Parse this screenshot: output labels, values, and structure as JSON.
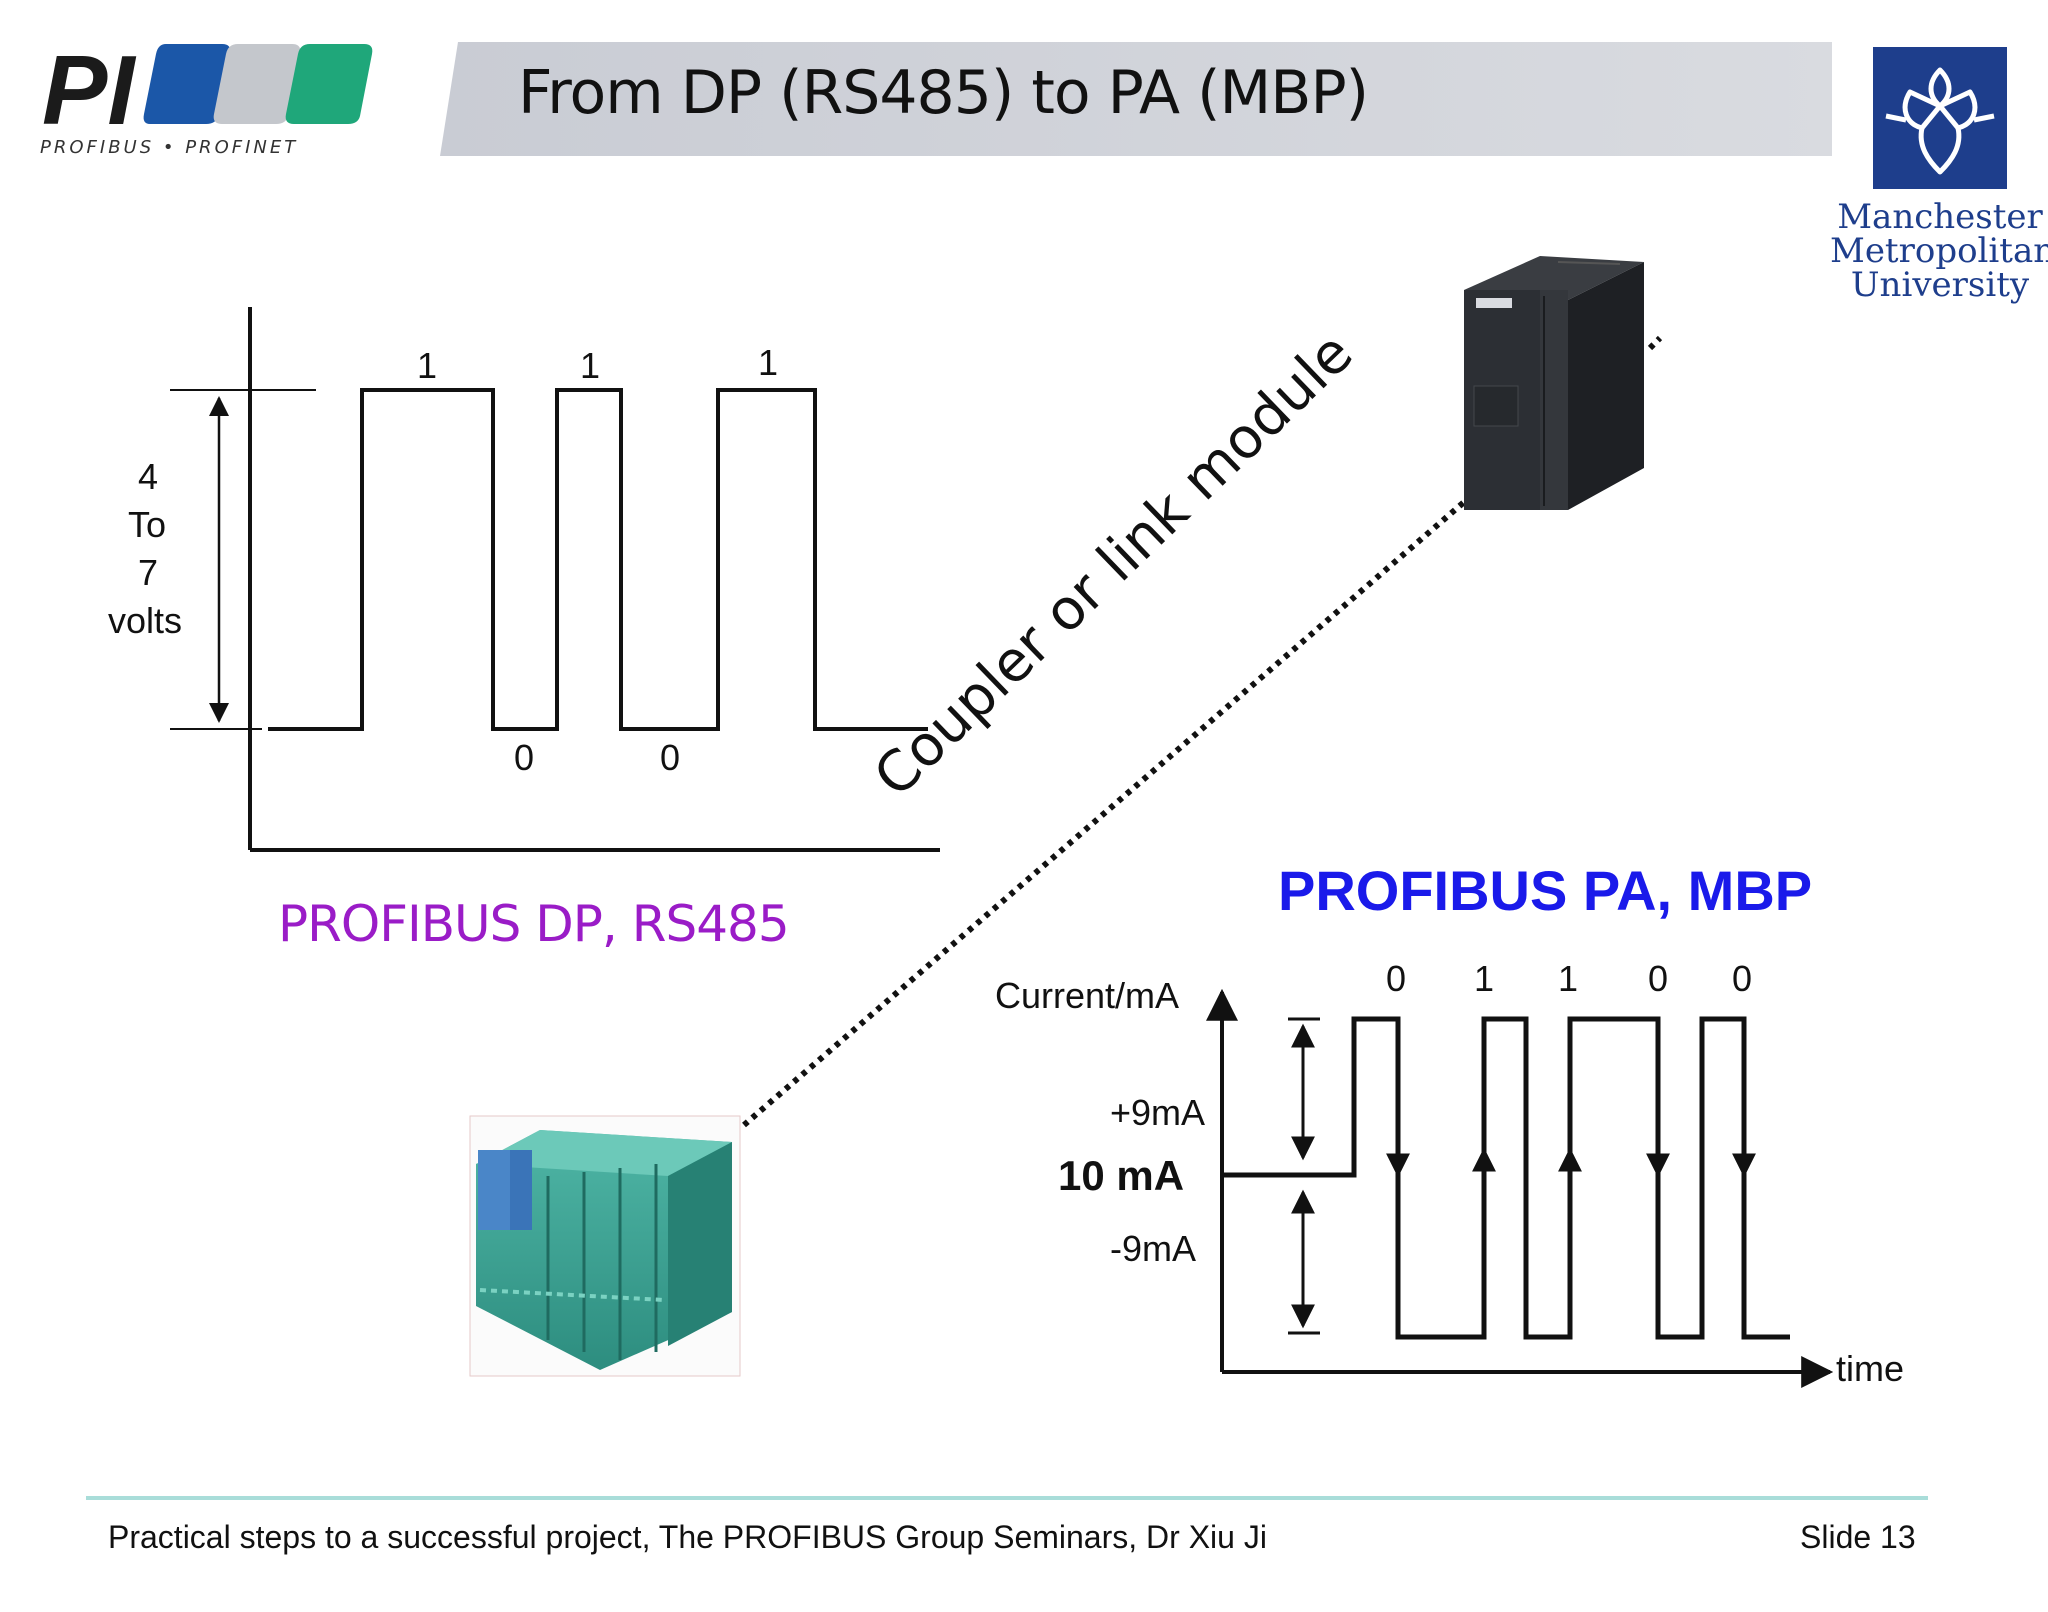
{
  "title": "From DP (RS485) to PA (MBP)",
  "logo_pi": {
    "mark": "PI",
    "subtitle": "PROFIBUS • PROFINET"
  },
  "logo_mmu": {
    "lines": [
      "Manchester",
      "Metropolitan",
      "University"
    ],
    "color": "#1e3e8c"
  },
  "dp_diagram": {
    "title": "PROFIBUS DP, RS485",
    "title_color": "#9a1cc7",
    "voltage_label": [
      "4",
      "To",
      "7",
      "volts"
    ],
    "high_bits": [
      "1",
      "1",
      "1"
    ],
    "low_bits": [
      "0",
      "0"
    ]
  },
  "coupler_label": "Coupler or link module",
  "pa_diagram": {
    "title": "PROFIBUS PA, MBP",
    "title_color": "#1a1aea",
    "y_axis_label": "Current/mA",
    "x_axis_label": "time",
    "plus_label": "+9mA",
    "baseline_label": "10 mA",
    "minus_label": "-9mA",
    "bits": [
      "0",
      "1",
      "1",
      "0",
      "0"
    ]
  },
  "footer": {
    "text": "Practical steps to a successful project, The PROFIBUS Group Seminars, Dr Xiu Ji",
    "slide": "Slide 13"
  },
  "images": [
    "coupler-module-icon",
    "link-module-terminal-block-icon"
  ]
}
